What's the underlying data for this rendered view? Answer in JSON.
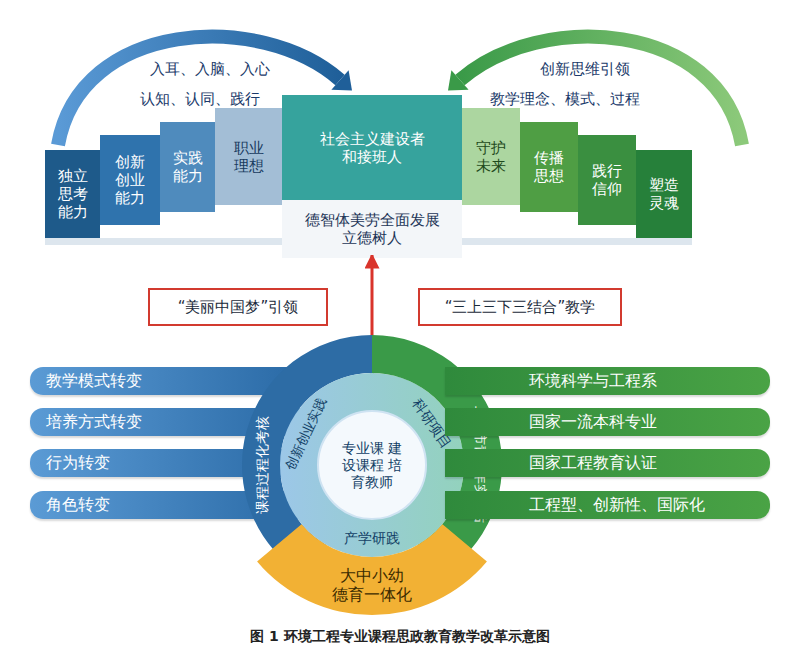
{
  "diagram": {
    "caption": "图 1 环境工程专业课程思政教育教学改革示意图",
    "nodes": [
      {
        "text": [
          "独立思考能力"
        ]
      },
      {
        "text": [
          "创新创业能力"
        ]
      },
      {
        "text": [
          "实践能力"
        ]
      },
      {
        "text": [
          "职业理想"
        ]
      },
      {
        "text": [
          "社会主义建设者和接班人"
        ]
      },
      {
        "text": [
          "守护未来"
        ]
      },
      {
        "text": [
          "传播思想"
        ]
      },
      {
        "text": [
          "践行信仰"
        ]
      },
      {
        "text": [
          "塑造灵魂"
        ]
      },
      {
        "text": [
          "德智体美劳全面发展 立德树人"
        ]
      },
      {
        "text": [
          "“美丽中国梦”引领"
        ]
      },
      {
        "text": [
          "“三上三下三结合”教学"
        ]
      },
      {
        "text": [
          "教学模式转变"
        ]
      },
      {
        "text": [
          "培养方式转变"
        ]
      },
      {
        "text": [
          "行为转变"
        ]
      },
      {
        "text": [
          "角色转变"
        ]
      },
      {
        "text": [
          "课程过程化考核"
        ]
      },
      {
        "text": [
          "创新创业实践",
          "科研项目",
          "产学研践"
        ]
      },
      {
        "text": [
          "专业课 建设课程 培育教师"
        ],
        "in": 17
      },
      {
        "text": [
          "上海市青少年实践站"
        ]
      },
      {
        "text": [
          "大中小幼 德育一体化"
        ]
      },
      {
        "text": [
          "环境科学与工程系"
        ]
      },
      {
        "text": [
          "国家一流本科专业"
        ]
      },
      {
        "text": [
          "国家工程教育认证"
        ]
      },
      {
        "text": [
          "工程型、创新性、国际化"
        ]
      }
    ],
    "edges": [
      {
        "from": 18,
        "to": 9,
        "arrow": "to"
      }
    ],
    "labels": [
      "入耳、入脑、入心",
      "认知、认同、践行",
      "创新思维引领",
      "教学理念、模式、过程"
    ]
  }
}
